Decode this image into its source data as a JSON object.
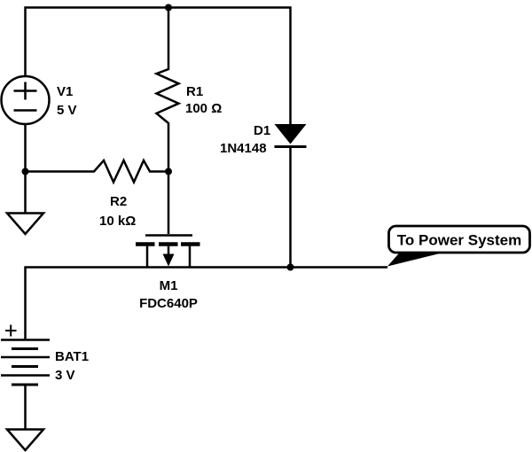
{
  "schematic": {
    "background_color": "#ffffff",
    "line_color": "#000000",
    "components": {
      "v1": {
        "ref": "V1",
        "value": "5 V",
        "type": "dc-voltage-source"
      },
      "r1": {
        "ref": "R1",
        "value": "100 Ω",
        "type": "resistor"
      },
      "r2": {
        "ref": "R2",
        "value": "10 kΩ",
        "type": "resistor"
      },
      "d1": {
        "ref": "D1",
        "value": "1N4148",
        "type": "diode"
      },
      "m1": {
        "ref": "M1",
        "value": "FDC640P",
        "type": "p-channel-mosfet"
      },
      "bat1": {
        "ref": "BAT1",
        "value": "3 V",
        "type": "battery"
      }
    },
    "callout": {
      "label": "To Power System"
    }
  }
}
